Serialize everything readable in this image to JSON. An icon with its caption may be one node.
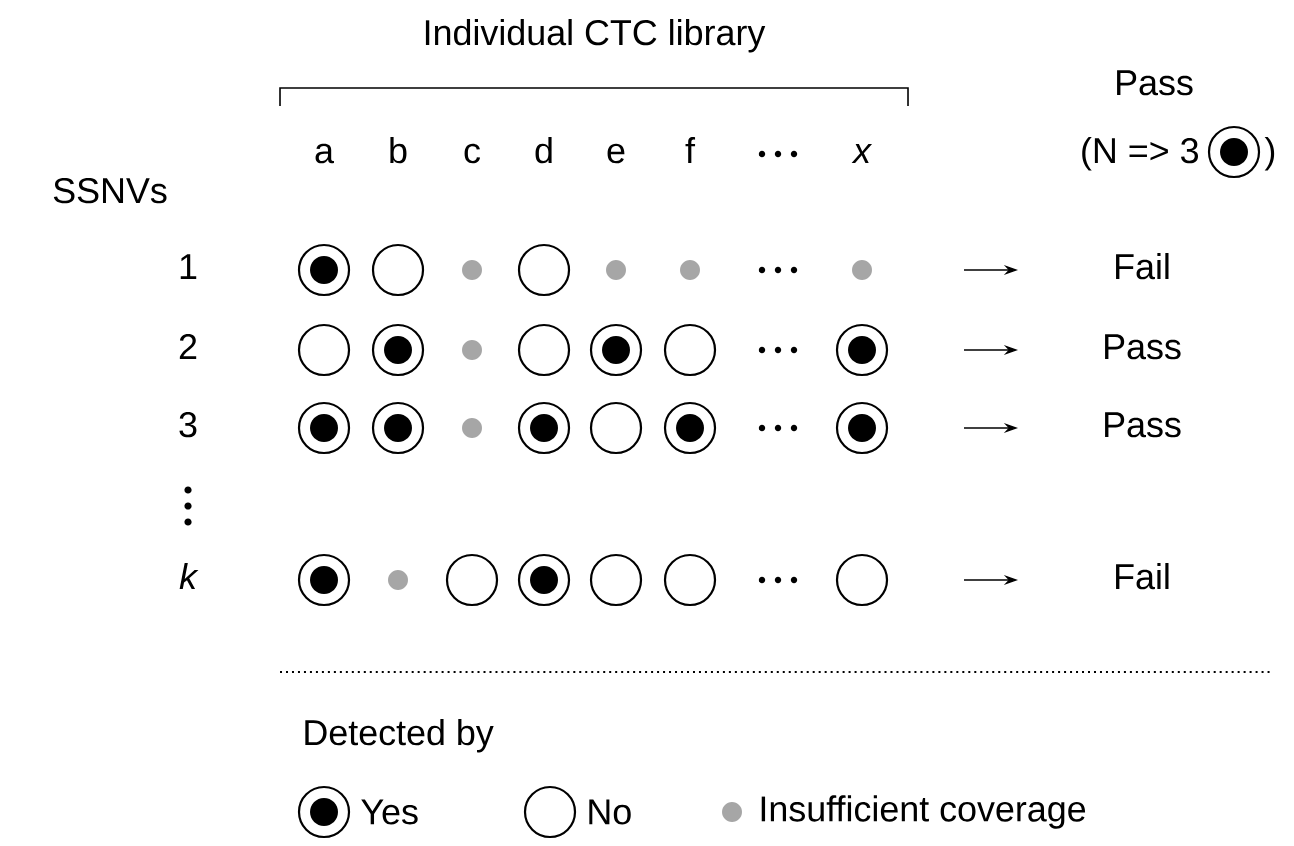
{
  "diagram": {
    "labels": [
      "Individual CTC library",
      "Pass",
      "a",
      "b",
      "c",
      "d",
      "e",
      "f",
      "x",
      "(N => 3",
      ")",
      "SSNVs",
      "1",
      "Fail",
      "2",
      "Pass",
      "3",
      "Pass",
      "k",
      "Fail",
      "Detected by"
    ],
    "legend": [
      {
        "text": "Yes"
      },
      {
        "text": "No"
      },
      {
        "text": "Insufficient coverage"
      }
    ]
  }
}
